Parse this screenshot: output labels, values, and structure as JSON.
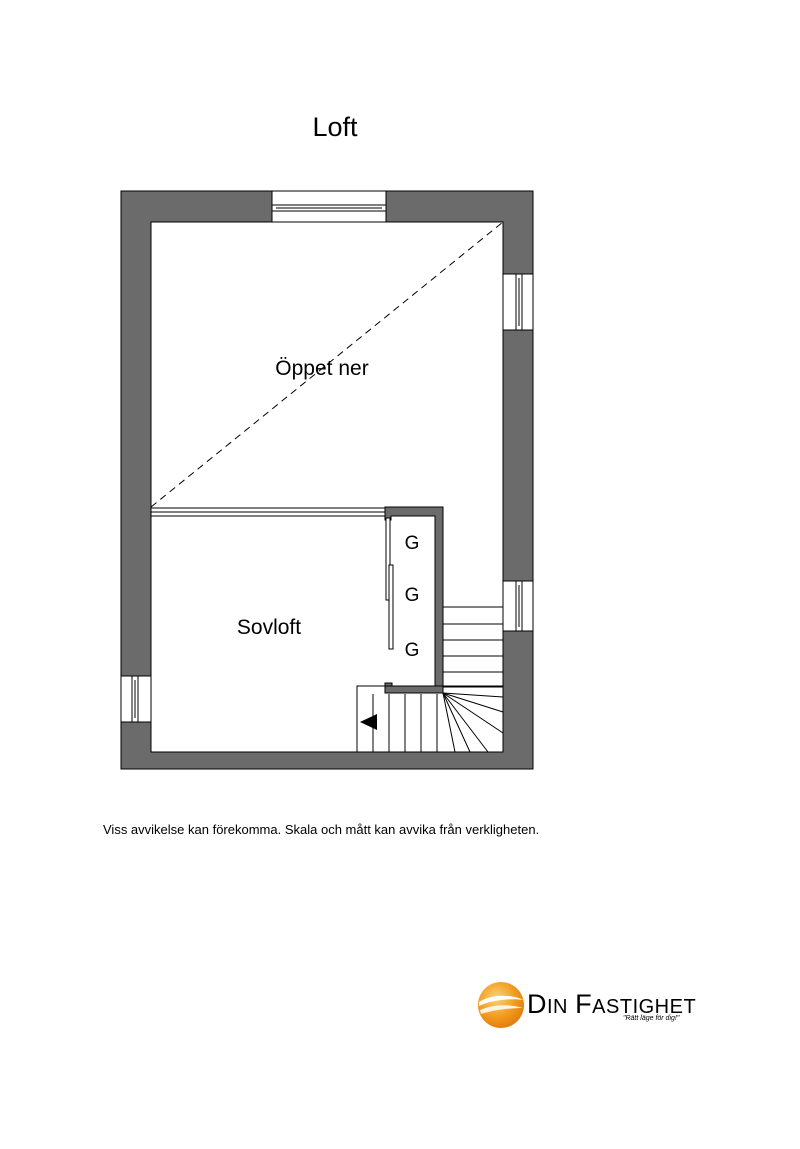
{
  "page": {
    "title": "Loft",
    "disclaimer": "Viss avvikelse kan förekomma. Skala och mått kan avvika från verkligheten."
  },
  "floorplan": {
    "rooms": {
      "open_below": "Öppet ner",
      "sleeping_loft": "Sovloft"
    },
    "closet_labels": [
      "G",
      "G",
      "G"
    ]
  },
  "logo": {
    "name_first_initial": "D",
    "name_first_rest": "IN",
    "name_second_initial": "F",
    "name_second_rest": "ASTIGHET",
    "tagline": "\"Rätt läge för dig!\""
  },
  "colors": {
    "wall": "#6b6b6b",
    "logo_orange": "#f29a1c",
    "logo_light": "#fbd27a"
  }
}
